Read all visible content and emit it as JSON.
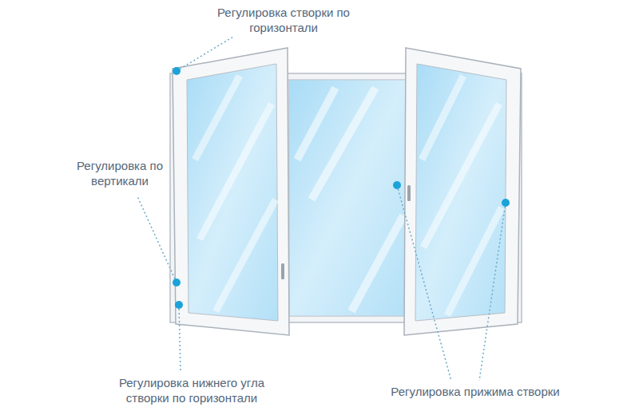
{
  "diagram": {
    "labels": [
      "Регулировка створки по горизонтали",
      "Регулировка по вертикали",
      "Регулировка нижнего угла створки по горизонтали",
      "Регулировка прижима створки"
    ]
  }
}
